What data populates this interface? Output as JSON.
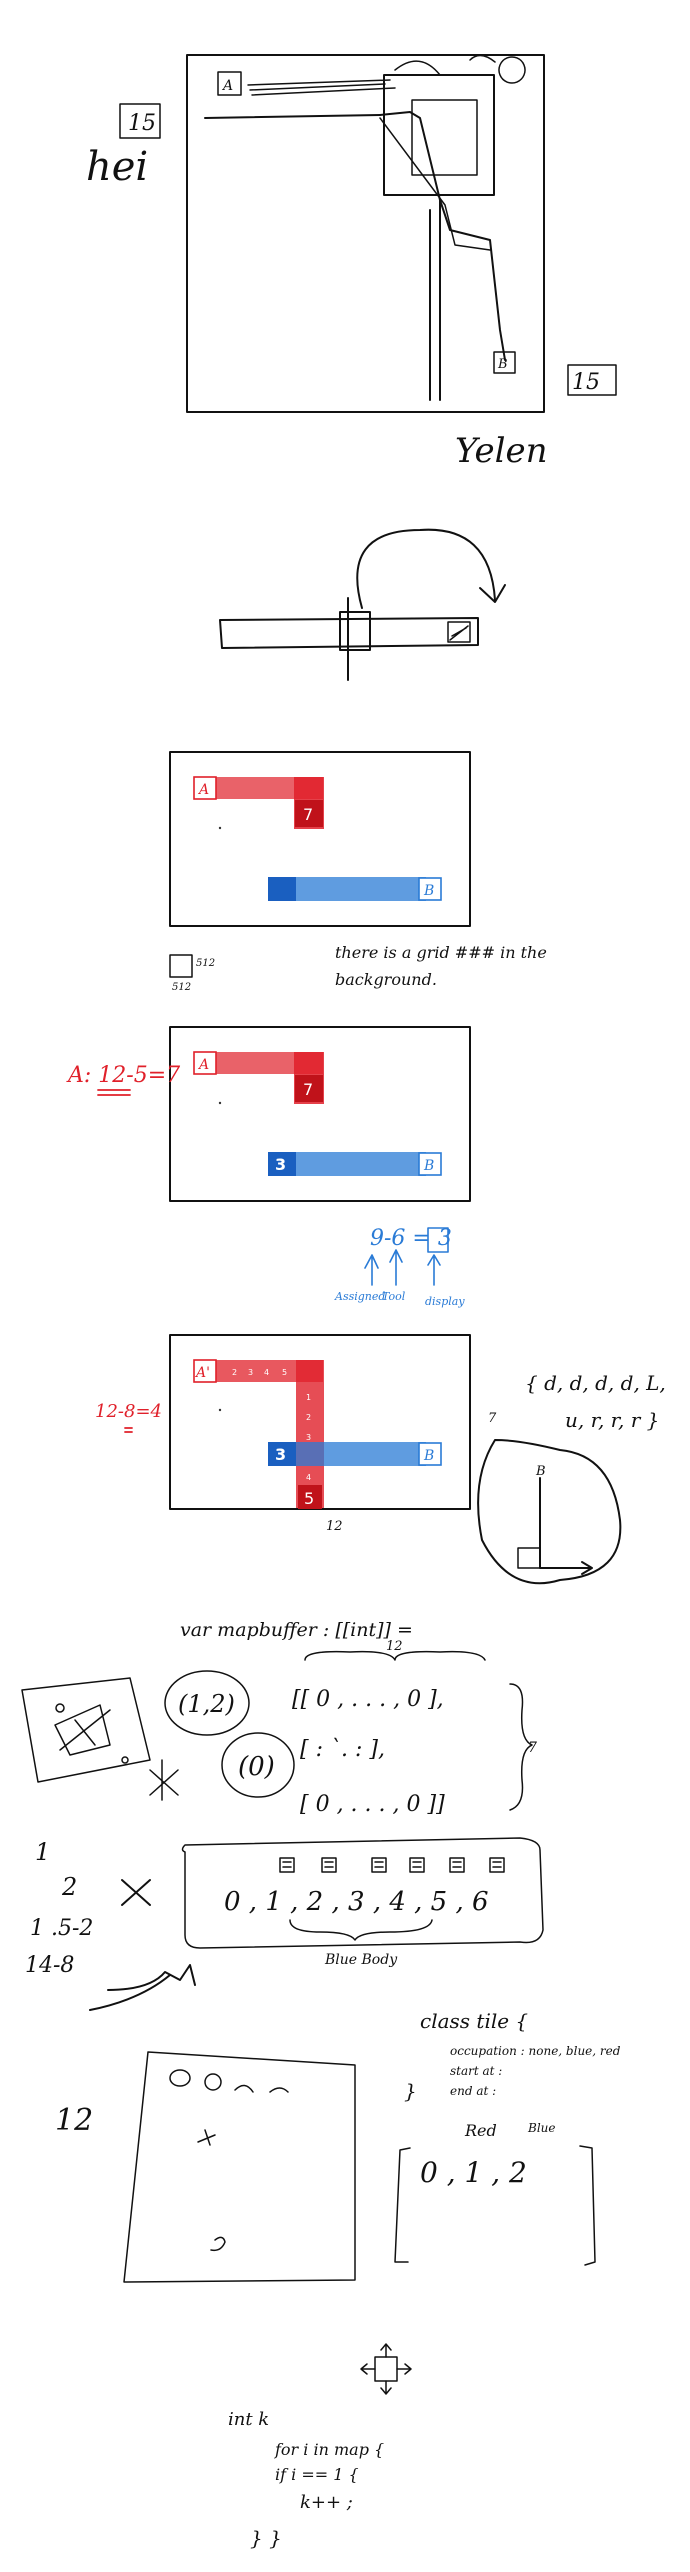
{
  "sketch1": {
    "label_a": "A",
    "label_b": "B",
    "left_count": "15",
    "left_word": "hei",
    "right_count": "15",
    "right_word": "Yelen"
  },
  "board1": {
    "label_a": "A",
    "label_b": "B",
    "red_number": "7",
    "size_w": "512",
    "size_h": "512",
    "note_line1": "there is a grid ### in the",
    "note_line2": "background."
  },
  "board2": {
    "label_a": "A",
    "label_b": "B",
    "red_number": "7",
    "blue_number": "3",
    "red_eq": "A: 12-5=7",
    "blue_eq": "9-6 = 3",
    "blue_label_1": "Assigned",
    "blue_label_2": "Tool",
    "blue_label_3": "display"
  },
  "board3": {
    "label_a": "A'",
    "label_b": "B",
    "red_eq": "12-8=4",
    "red_bottom_number": "5",
    "blue_number": "3",
    "path_numbers": [
      "2",
      "3",
      "4",
      "5",
      "1",
      "2",
      "3",
      "4"
    ],
    "width_label": "12",
    "height_label": "7",
    "dirs_line1": "{ d, d, d, d, L,",
    "dirs_line2": "u, r, r, r }",
    "axis_label": "B"
  },
  "code1": {
    "title": "var mapbuffer : [[int]] =",
    "width": "12",
    "row1": "[[ 0 , . . . , 0  ],",
    "row2": "[ :  `.   :  ],",
    "row3": "[ 0 , . . . , 0  ]]",
    "height": "7",
    "circle_1": "(1,2)",
    "circle_2": "(0)"
  },
  "seq": {
    "values": "0 ,  1 ,  2 ,  3 , 4 ,  5 , 6",
    "caption": "Blue  Body",
    "left_notes": [
      "1",
      "2",
      "1 .5-2",
      "14-8",
      "12"
    ]
  },
  "tile_class": {
    "header": "class tile {",
    "field_1": "occupation : none, blue, red",
    "field_2": "start at :",
    "field_3": "end at :",
    "close": "}",
    "col_red": "Red",
    "col_blue": "Blue",
    "values": "0 ,  1  , 2"
  },
  "loop": {
    "line1": "int k",
    "line2": "for i in map {",
    "line3": "if i == 1 {",
    "line4": "k++ ;",
    "line5": "} }"
  }
}
